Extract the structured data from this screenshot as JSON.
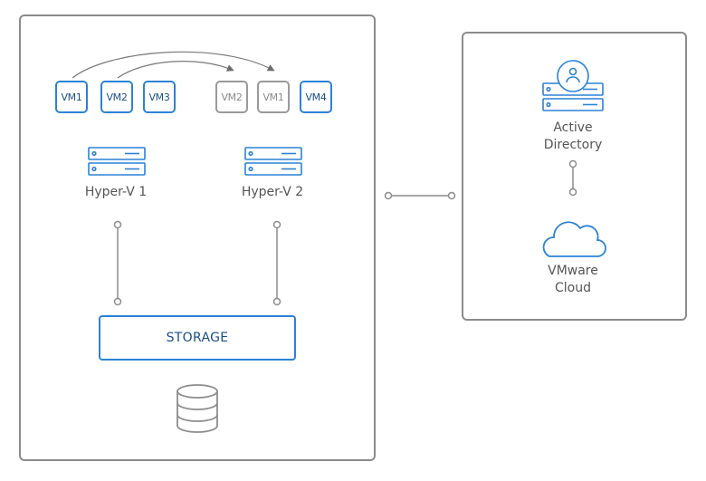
{
  "host1": {
    "label": "Hyper-V 1",
    "vms": [
      "VM1",
      "VM2",
      "VM3"
    ]
  },
  "host2": {
    "label": "Hyper-V 2",
    "vms": [
      "VM2",
      "VM1",
      "VM4"
    ]
  },
  "storage": {
    "label": "STORAGE"
  },
  "active_directory": {
    "label_line1": "Active",
    "label_line2": "Directory"
  },
  "vmware_cloud": {
    "label_line1": "VMware",
    "label_line2": "Cloud"
  },
  "colors": {
    "accent_blue": "#2c82d6",
    "dark_blue_text": "#1a4e86",
    "border_gray": "#8c8c8c",
    "migrated_vm_gray": "#9a9a9a",
    "text_gray": "#555555"
  },
  "icons": [
    "server-icon",
    "database-icon",
    "user-icon",
    "cloud-icon",
    "migration-arrow-icon"
  ]
}
